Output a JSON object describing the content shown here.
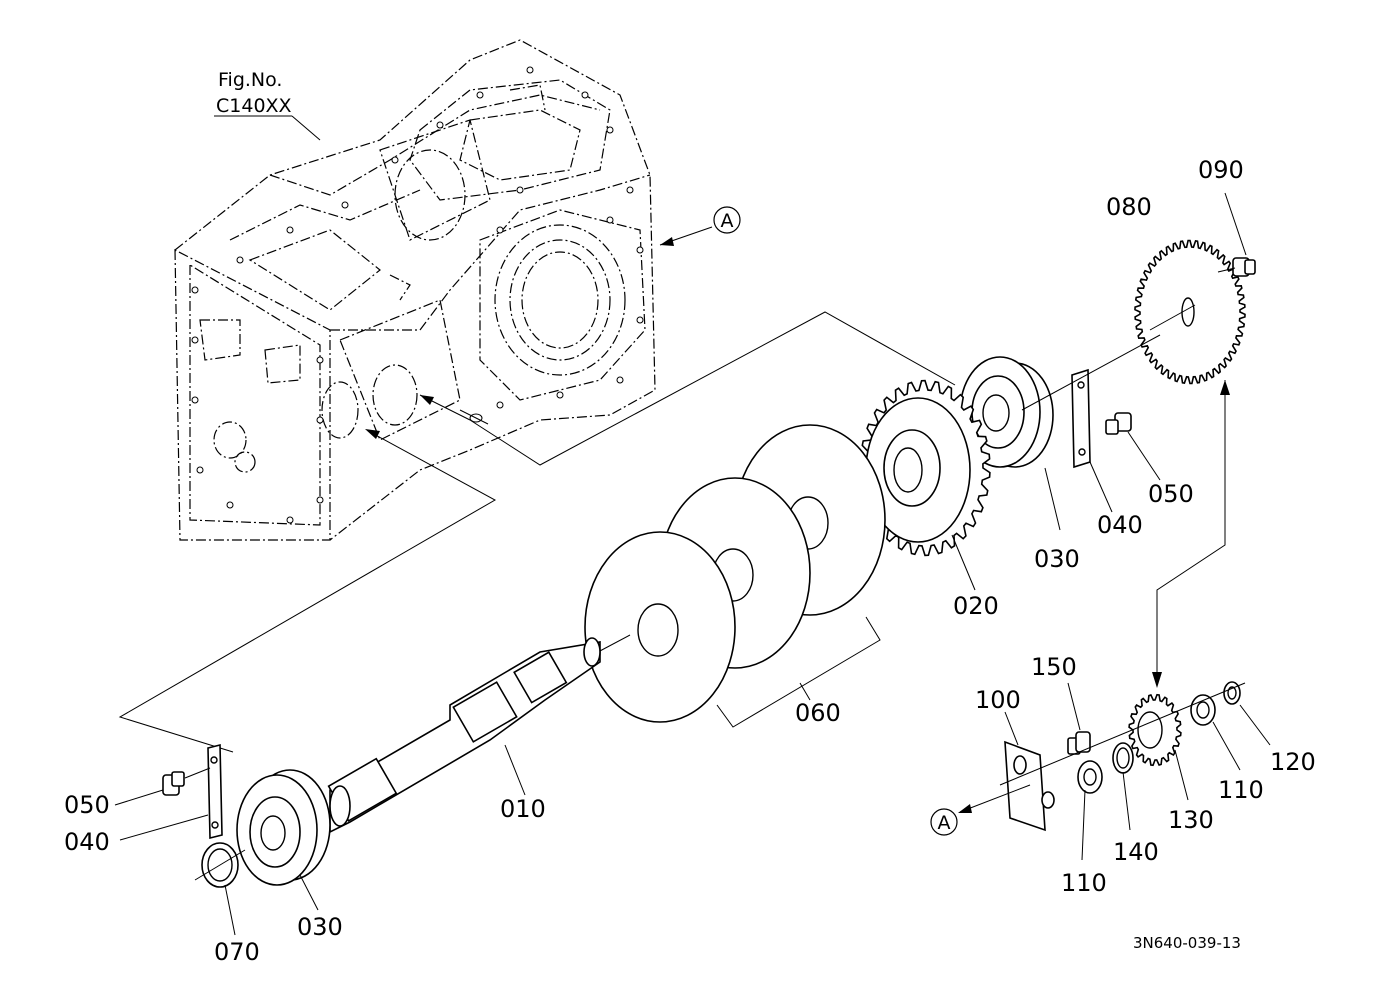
{
  "figure": {
    "fig_no_label": "Fig.No.",
    "fig_no_value": "C140XX",
    "diagram_code": "3N640-039-13",
    "ref_marker": "A"
  },
  "callouts": [
    {
      "id": "010",
      "text": "010"
    },
    {
      "id": "020",
      "text": "020"
    },
    {
      "id": "030a",
      "text": "030"
    },
    {
      "id": "030b",
      "text": "030"
    },
    {
      "id": "040a",
      "text": "040"
    },
    {
      "id": "040b",
      "text": "040"
    },
    {
      "id": "050a",
      "text": "050"
    },
    {
      "id": "050b",
      "text": "050"
    },
    {
      "id": "060",
      "text": "060"
    },
    {
      "id": "070",
      "text": "070"
    },
    {
      "id": "080",
      "text": "080"
    },
    {
      "id": "090",
      "text": "090"
    },
    {
      "id": "100",
      "text": "100"
    },
    {
      "id": "110a",
      "text": "110"
    },
    {
      "id": "110b",
      "text": "110"
    },
    {
      "id": "120",
      "text": "120"
    },
    {
      "id": "130",
      "text": "130"
    },
    {
      "id": "140",
      "text": "140"
    },
    {
      "id": "150",
      "text": "150"
    }
  ]
}
